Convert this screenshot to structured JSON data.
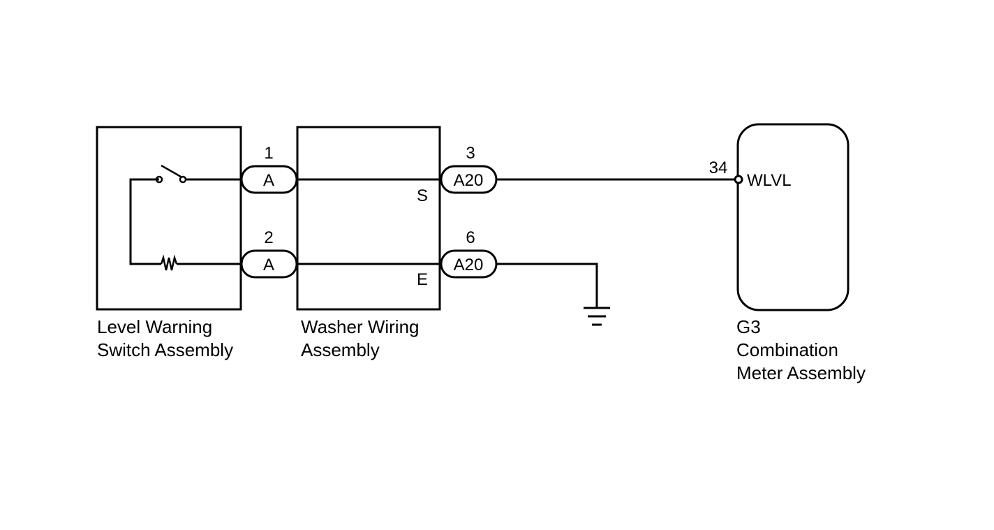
{
  "components": {
    "level_switch": {
      "line1": "Level Warning",
      "line2": "Switch Assembly"
    },
    "washer_wiring": {
      "line1": "Washer Wiring",
      "line2": "Assembly"
    },
    "combination_meter": {
      "line1": "G3",
      "line2": "Combination",
      "line3": "Meter Assembly"
    }
  },
  "connectors": {
    "a_pin1": {
      "pin": "1",
      "code": "A"
    },
    "a_pin2": {
      "pin": "2",
      "code": "A"
    },
    "a20_pin3": {
      "pin": "3",
      "code": "A20"
    },
    "a20_pin6": {
      "pin": "6",
      "code": "A20"
    }
  },
  "terminals": {
    "washer_s": "S",
    "washer_e": "E",
    "meter_pin": "34",
    "meter_signal": "WLVL"
  },
  "colors": {
    "line": "#000000",
    "background": "#ffffff"
  }
}
